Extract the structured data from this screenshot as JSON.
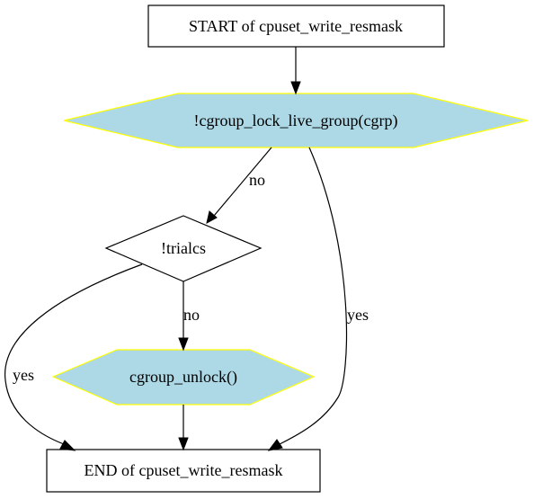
{
  "colors": {
    "hexagon_fill": "#add8e6",
    "hexagon_stroke": "#ffff00",
    "line": "#000000",
    "background": "#ffffff"
  },
  "nodes": {
    "start": "START of cpuset_write_resmask",
    "lock_check": "!cgroup_lock_live_group(cgrp)",
    "trialcs_check": "!trialcs",
    "unlock": "cgroup_unlock()",
    "end": "END of cpuset_write_resmask"
  },
  "edges": {
    "lock_to_trialcs": "no",
    "lock_to_end": "yes",
    "trialcs_to_unlock": "no",
    "trialcs_to_end": "yes"
  }
}
